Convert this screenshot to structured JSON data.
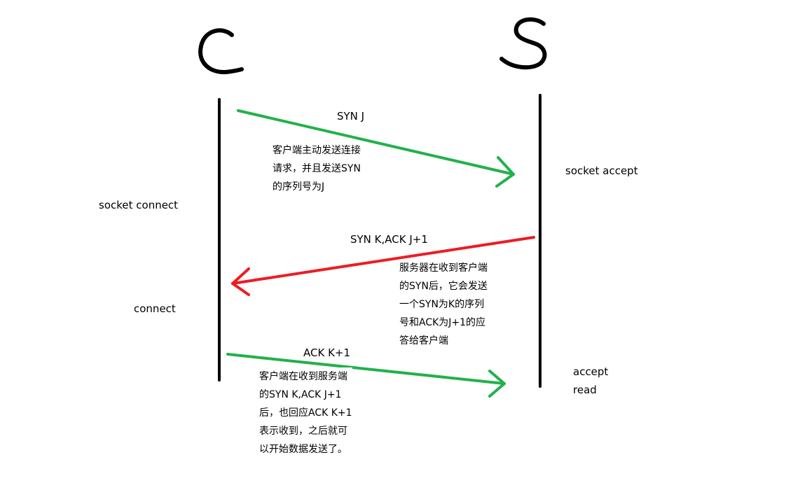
{
  "client": {
    "letter": "C",
    "labels": [
      "socket connect",
      "connect"
    ]
  },
  "server": {
    "letter": "S",
    "labels": [
      "socket accept",
      "accept",
      "read"
    ]
  },
  "messages": [
    {
      "label": "SYN J",
      "color": "#22b14c",
      "direction": "client-to-server",
      "note": [
        "客户端主动发送连接",
        "请求，并且发送SYN",
        "的序列号为J"
      ]
    },
    {
      "label": "SYN K,ACK J+1",
      "color": "#ed1c24",
      "direction": "server-to-client",
      "note": [
        "服务器在收到客户端",
        "的SYN后，它会发送",
        "一个SYN为K的序列",
        "号和ACK为J+1的应",
        "答给客户端"
      ]
    },
    {
      "label": "ACK K+1",
      "color": "#22b14c",
      "direction": "client-to-server",
      "note": [
        "客户端在收到服务端",
        "的SYN K,ACK J+1",
        "后，也回应ACK K+1",
        "表示收到，之后就可",
        "以开始数据发送了。"
      ]
    }
  ]
}
